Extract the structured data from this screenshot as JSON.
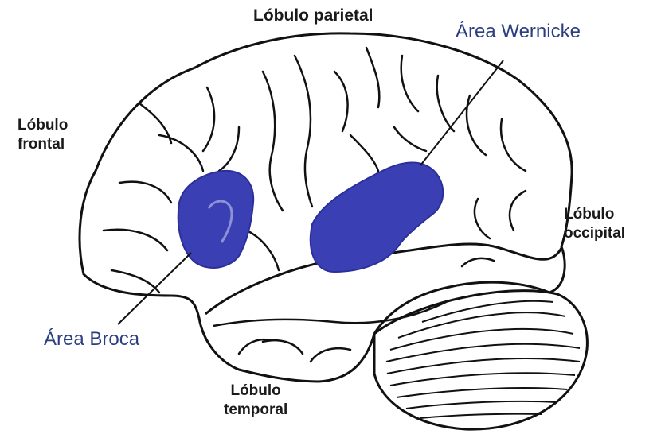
{
  "labels": {
    "parietal": "Lóbulo parietal",
    "frontal": [
      "Lóbulo",
      "frontal"
    ],
    "occipital": [
      "Lóbulo",
      "occipital"
    ],
    "temporal": [
      "Lóbulo",
      "temporal"
    ],
    "wernicke": "Área Wernicke",
    "broca": "Área Broca"
  },
  "colors": {
    "background": "#ffffff",
    "outline": "#111111",
    "highlight_area": "#3a3fb4",
    "highlight_label": "#2b3e80"
  }
}
